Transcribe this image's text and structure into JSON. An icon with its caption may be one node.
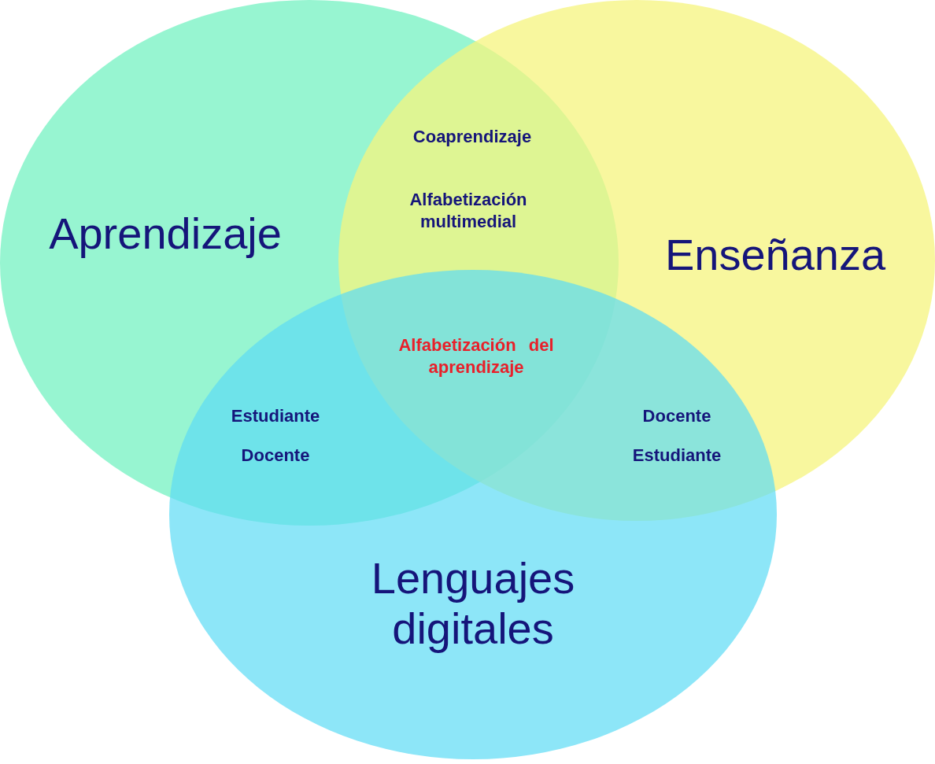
{
  "diagram": {
    "nodes": [
      {
        "text": [
          "Aprendizaje"
        ]
      },
      {
        "text": [
          "Enseñanza"
        ]
      },
      {
        "text": [
          "Lenguajes digitales"
        ]
      }
    ],
    "labels": [
      "Coaprendizaje",
      "Alfabetización multimedial",
      "Alfabetización del aprendizaje",
      "Estudiante",
      "Docente",
      "Docente",
      "Estudiante"
    ]
  }
}
